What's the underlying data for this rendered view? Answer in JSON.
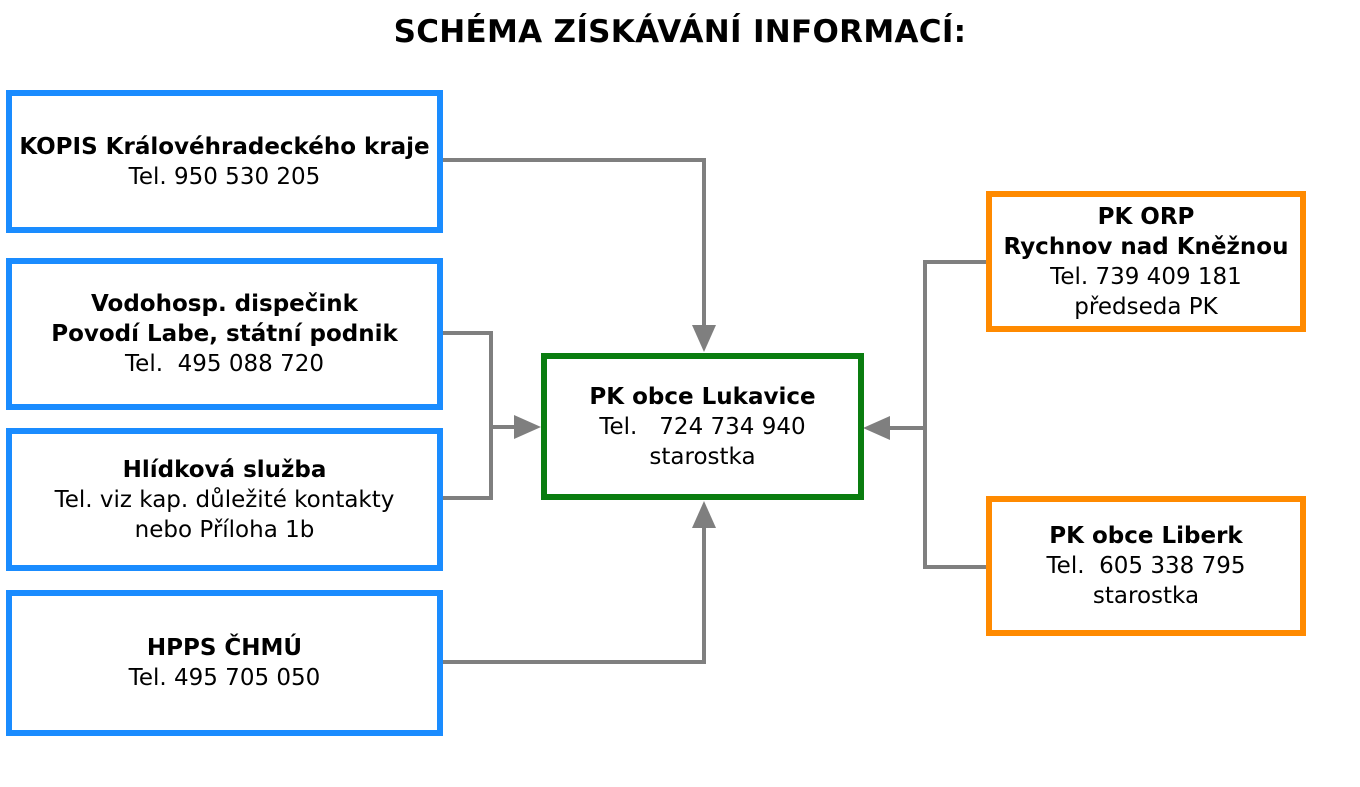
{
  "title": "SCHÉMA ZÍSKÁVÁNÍ INFORMACÍ:",
  "colors": {
    "blue": "#1a8cff",
    "green": "#0a7d10",
    "orange": "#ff8a00",
    "connector": "#7f7f7f"
  },
  "boxes": {
    "kopis": {
      "line1": "KOPIS Královéhradeckého kraje",
      "line2": "Tel. 950 530 205"
    },
    "vodohosp": {
      "line1": "Vodohosp. dispečink",
      "line2": "Povodí Labe, státní podnik",
      "line3": "Tel.  495 088 720"
    },
    "hlidkova": {
      "line1": "Hlídková služba",
      "line2": "Tel. viz kap. důležité kontakty",
      "line3": "nebo Příloha 1b"
    },
    "hpps": {
      "line1": "HPPS ČHMÚ",
      "line2": "Tel. 495 705 050"
    },
    "lukavice": {
      "line1": "PK obce Lukavice",
      "line2": "Tel.   724 734 940",
      "line3": "starostka"
    },
    "orp": {
      "line1": "PK ORP",
      "line2": "Rychnov nad Kněžnou",
      "line3": "Tel. 739 409 181",
      "line4": "předseda PK"
    },
    "liberk": {
      "line1": "PK obce Liberk",
      "line2": "Tel.  605 338 795",
      "line3": "starostka"
    }
  }
}
